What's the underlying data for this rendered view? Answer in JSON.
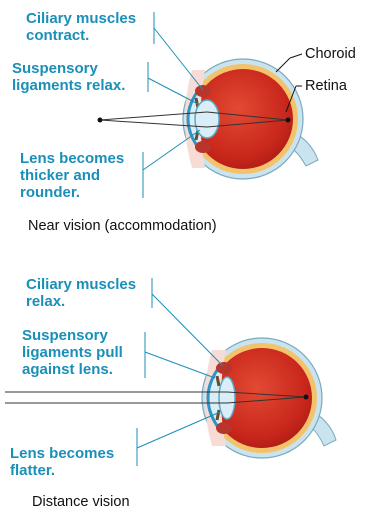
{
  "near": {
    "ciliary": "Ciliary muscles\ncontract.",
    "suspensory": "Suspensory\nligaments relax.",
    "lens": "Lens becomes\nthicker and\nrounder.",
    "choroid": "Choroid",
    "retina": "Retina",
    "caption": "Near vision (accommodation)"
  },
  "distance": {
    "ciliary": "Ciliary muscles\nrelax.",
    "suspensory": "Suspensory\nligaments pull\nagainst lens.",
    "lens": "Lens becomes\nflatter.",
    "caption": "Distance vision"
  },
  "colors": {
    "label": "#1a8fb8",
    "sclera": "#c9e4ef",
    "vitreous": "#cc2a1f",
    "choroid_band": "#f3c26a",
    "lens": "#d9eef6",
    "cornea": "#7fc6e6",
    "ray": "#333333"
  }
}
